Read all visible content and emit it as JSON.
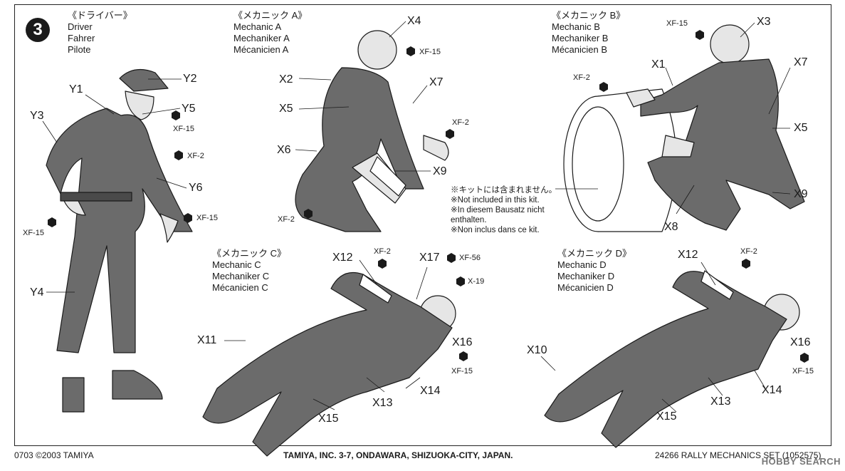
{
  "step": "3",
  "panels": {
    "driver": {
      "title": "《ドライバー》",
      "lines": [
        "Driver",
        "Fahrer",
        "Pilote"
      ]
    },
    "mech_a": {
      "title": "《メカニック A》",
      "lines": [
        "Mechanic A",
        "Mechaniker A",
        "Mécanicien A"
      ]
    },
    "mech_b": {
      "title": "《メカニック B》",
      "lines": [
        "Mechanic B",
        "Mechaniker B",
        "Mécanicien B"
      ]
    },
    "mech_c": {
      "title": "《メカニック C》",
      "lines": [
        "Mechanic C",
        "Mechaniker C",
        "Mécanicien C"
      ]
    },
    "mech_d": {
      "title": "《メカニック D》",
      "lines": [
        "Mechanic D",
        "Mechaniker D",
        "Mécanicien D"
      ]
    }
  },
  "labels": {
    "y1": "Y1",
    "y2": "Y2",
    "y3": "Y3",
    "y4": "Y4",
    "y5": "Y5",
    "y6": "Y6",
    "a_x4": "X4",
    "a_x2": "X2",
    "a_x7": "X7",
    "a_x5": "X5",
    "a_x6": "X6",
    "a_x9": "X9",
    "b_x3": "X3",
    "b_x1": "X1",
    "b_x7": "X7",
    "b_x5": "X5",
    "b_x9": "X9",
    "b_x8": "X8",
    "c_x12": "X12",
    "c_x17": "X17",
    "c_x11": "X11",
    "c_x16": "X16",
    "c_x13": "X13",
    "c_x14": "X14",
    "c_x15": "X15",
    "d_x12": "X12",
    "d_x10": "X10",
    "d_x16": "X16",
    "d_x13": "X13",
    "d_x14": "X14",
    "d_x15": "X15"
  },
  "paints": {
    "drv_y5": "XF-15",
    "drv_xf2": "XF-2",
    "drv_hand_r": "XF-15",
    "drv_hand_l": "XF-15",
    "a_face": "XF-15",
    "a_glove": "XF-2",
    "a_knee": "XF-2",
    "b_face": "XF-15",
    "b_tire": "XF-2",
    "c_xf2": "XF-2",
    "c_xf56": "XF-56",
    "c_x19": "X-19",
    "c_xf15": "XF-15",
    "d_xf2": "XF-2",
    "d_xf15": "XF-15"
  },
  "note": {
    "lines": [
      "※キットには含まれません。",
      "※Not included in this kit.",
      "※In diesem Bausatz nicht",
      "enthalten.",
      "※Non inclus dans ce kit."
    ]
  },
  "footer": {
    "left": "0703 ©2003 TAMIYA",
    "center": "TAMIYA, INC. 3-7, ONDAWARA, SHIZUOKA-CITY, JAPAN.",
    "right": "24266  RALLY MECHANICS SET (1052575)"
  },
  "watermark": "HOBBY SEARCH",
  "colors": {
    "suit": "#6b6b6b",
    "skin": "#e6e6e6",
    "ink": "#1a1a1a"
  }
}
